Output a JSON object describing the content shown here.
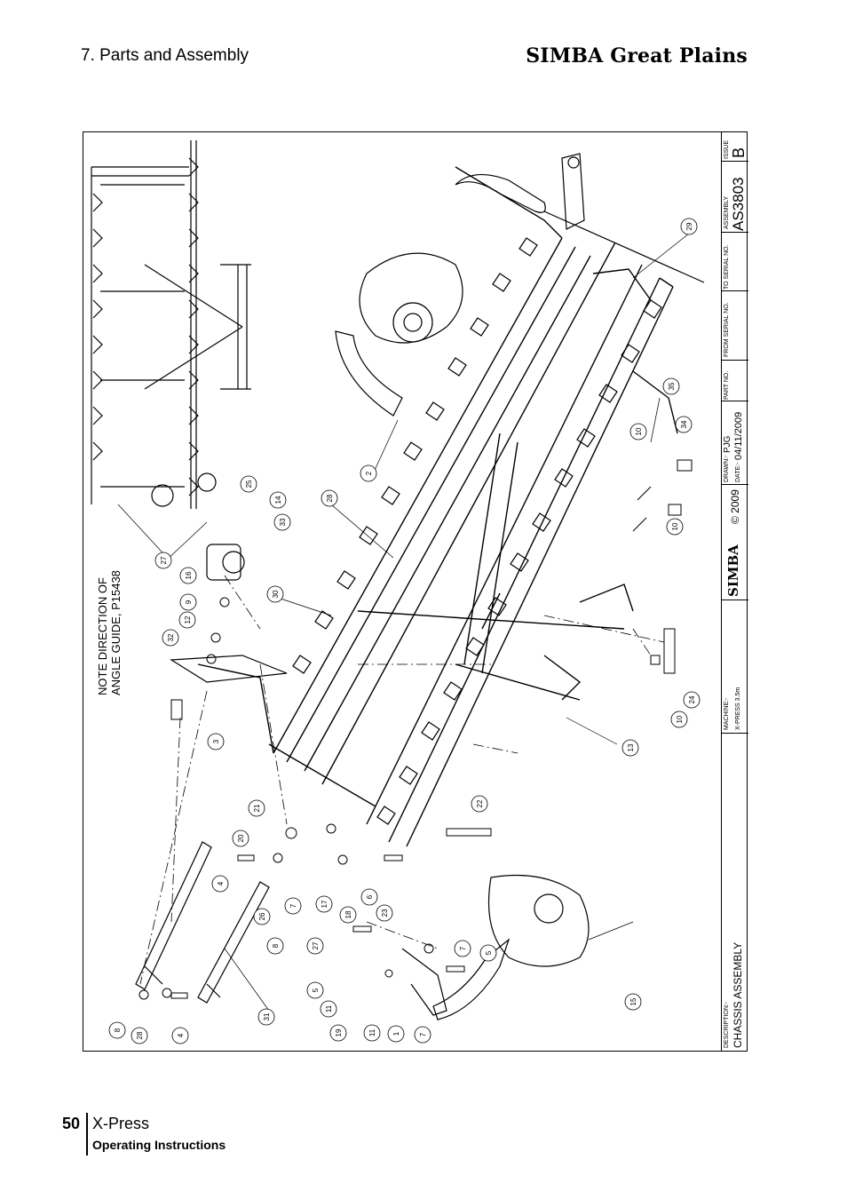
{
  "header": {
    "section": "7. Parts and Assembly",
    "brand": "SIMBA Great Plains"
  },
  "note": {
    "line1": "NOTE DIRECTION OF",
    "line2": "ANGLE GUIDE, P15438"
  },
  "balloons": [
    "29",
    "2",
    "28",
    "35",
    "10",
    "34",
    "10",
    "24",
    "10",
    "13",
    "25",
    "14",
    "33",
    "16",
    "30",
    "27",
    "9",
    "12",
    "32",
    "3",
    "22",
    "21",
    "20",
    "4",
    "18",
    "6",
    "17",
    "26",
    "27",
    "8",
    "7",
    "23",
    "7",
    "5",
    "5",
    "11",
    "11",
    "19",
    "1",
    "7",
    "15",
    "31",
    "8",
    "28",
    "4"
  ],
  "title_block": {
    "description_label": "DESCRIPTION:-",
    "description": "CHASSIS ASSEMBLY",
    "machine_label": "MACHINE:-",
    "machine": "X-PRESS 3.5m",
    "logo": "SIMBA",
    "copyright": "© 2009",
    "drawn_label": "DRAWN:-",
    "drawn": "PJG",
    "date_label": "DATE:-",
    "date": "04/11/2009",
    "part_no_label": "PART NO.",
    "from_serial_label": "FROM SERIAL NO.",
    "to_serial_label": "TO SERIAL NO.",
    "assembly_label": "ASSEMBLY",
    "assembly": "AS3803",
    "issue_label": "ISSUE",
    "issue": "B"
  },
  "footer": {
    "page_number": "50",
    "product": "X-Press",
    "subtitle": "Operating Instructions"
  }
}
